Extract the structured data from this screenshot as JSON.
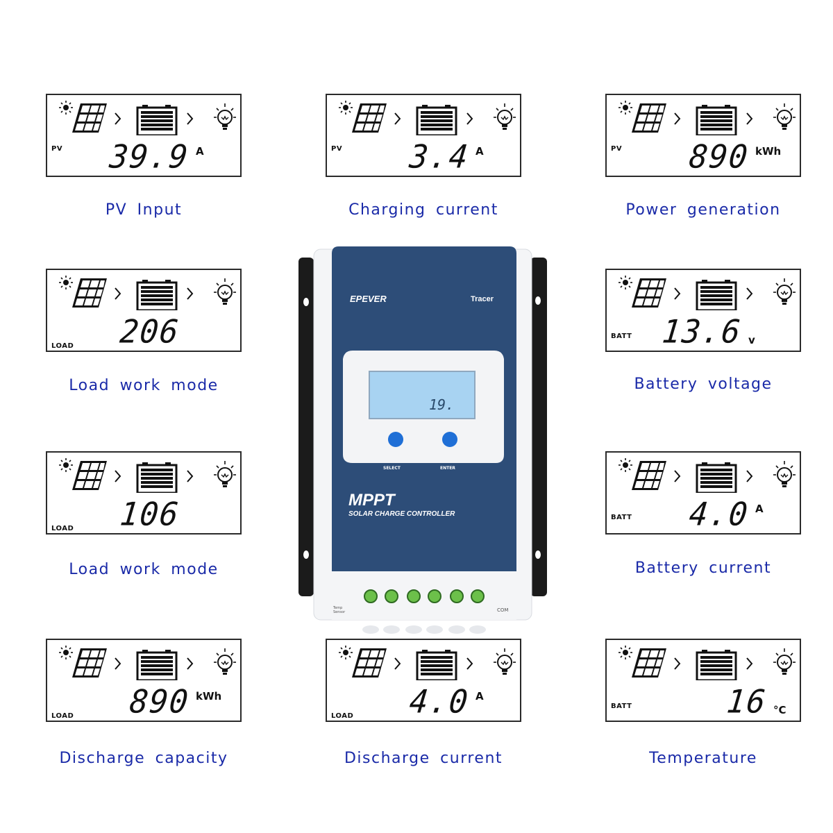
{
  "panels": [
    {
      "indicator": "PV",
      "value": "39.9",
      "unit": "A",
      "caption": "PV Input"
    },
    {
      "indicator": "PV",
      "value": "3.4",
      "unit": "A",
      "caption": "Charging current"
    },
    {
      "indicator": "PV",
      "value": "890",
      "unit": "kWh",
      "caption": "Power generation"
    },
    {
      "indicator": "LOAD",
      "value": "206",
      "unit": "",
      "caption": "Load work mode"
    },
    {
      "indicator": "BATT",
      "value": "13.6",
      "unit": "v",
      "caption": "Battery voltage"
    },
    {
      "indicator": "LOAD",
      "value": "106",
      "unit": "",
      "caption": "Load work mode"
    },
    {
      "indicator": "BATT",
      "value": "4.0",
      "unit": "A",
      "caption": "Battery current"
    },
    {
      "indicator": "LOAD",
      "value": "890",
      "unit": "kWh",
      "caption": "Discharge capacity"
    },
    {
      "indicator": "LOAD",
      "value": "4.0",
      "unit": "A",
      "caption": "Discharge current"
    },
    {
      "indicator": "BATT",
      "value": "16",
      "unit": "°C",
      "caption": "Temperature"
    }
  ],
  "device": {
    "brand": "EPEVER",
    "model": "Tracer",
    "screen_value": "19.",
    "title": "MPPT",
    "subtitle": "SOLAR CHARGE CONTROLLER",
    "btn_select": "SELECT",
    "btn_enter": "ENTER",
    "com_label": "COM",
    "temp_sensor_label": "Temp Sensor",
    "panel_color": "#2d4d78",
    "button_color": "#1f6fd6"
  },
  "icons": [
    "sun-icon",
    "solar-panel-icon",
    "arrow-icon",
    "battery-icon",
    "arrow-icon",
    "bulb-icon"
  ]
}
